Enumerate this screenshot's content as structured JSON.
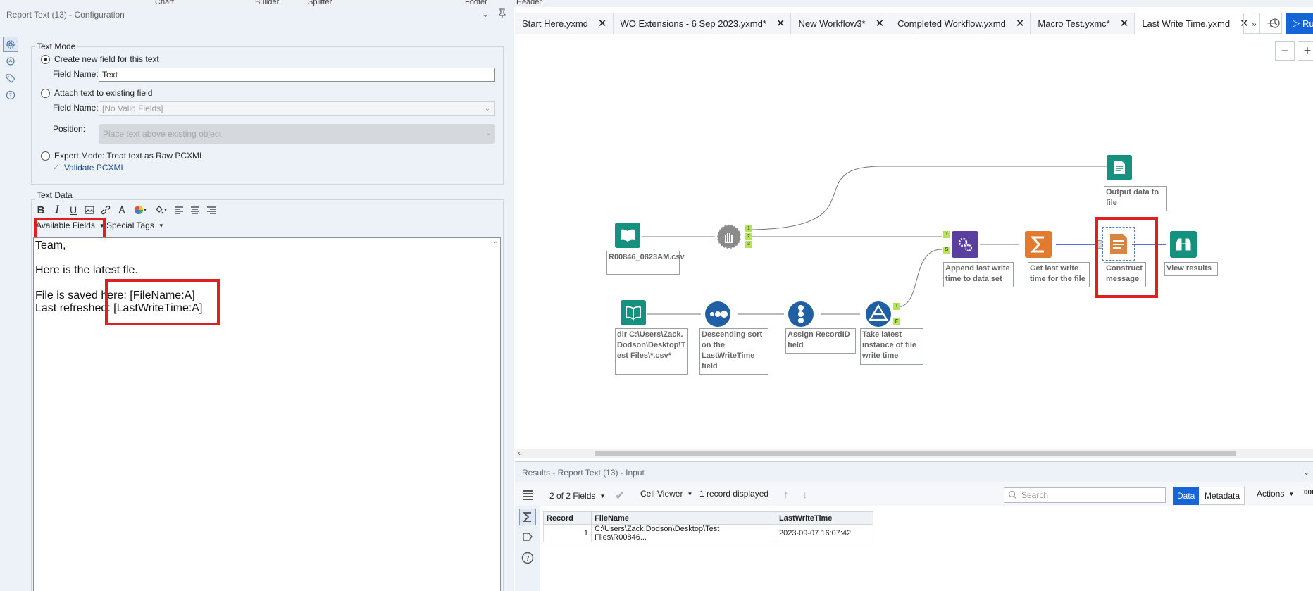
{
  "ribbon": {
    "items": [
      "Chart",
      "Builder",
      "Splitter",
      "Footer",
      "Header"
    ]
  },
  "config": {
    "title": "Report Text (13) - Configuration",
    "text_mode": {
      "legend": "Text Mode",
      "create_new": "Create new field for this text",
      "field_name_label": "Field Name:",
      "field_name_value": "Text",
      "attach_existing": "Attach text to existing field",
      "field_name_label2": "Field Name:",
      "field_name_placeholder": "[No Valid Fields]",
      "position_label": "Position:",
      "position_value": "Place text above existing object",
      "expert_mode": "Expert Mode: Treat text as Raw PCXML",
      "validate": "Validate PCXML"
    },
    "text_data": {
      "legend": "Text Data",
      "available_fields": "Available Fields",
      "special_tags": "Special Tags",
      "lines": [
        "Team,",
        "Here is the latest fle.",
        "File is saved here: [FileName:A]",
        "Last refreshed: [LastWriteTime:A]"
      ]
    }
  },
  "tabs": [
    {
      "label": "Start Here.yxmd"
    },
    {
      "label": "WO Extensions - 6 Sep 2023.yxmd*"
    },
    {
      "label": "New Workflow3*"
    },
    {
      "label": "Completed Workflow.yxmd"
    },
    {
      "label": "Macro Test.yxmc*"
    },
    {
      "label": "Last Write Time.yxmd"
    }
  ],
  "run_label": "Ru",
  "nodes": {
    "output": "Output data to file",
    "input1": "R00846_0823AM.csv",
    "append": "Append last write time to data set",
    "summarize": "Get last write time for the file",
    "construct": "Construct message",
    "browse": "View results",
    "dir": "dir C:\\Users\\Zack.Dodson\\Desktop\\Test Files\\*.csv*",
    "sort": "Descending sort on the LastWriteTime field",
    "recordid": "Assign RecordID field",
    "filter": "Take latest instance of file write time"
  },
  "results": {
    "title": "Results - Report Text (13) - Input",
    "fields": "2 of 2 Fields",
    "cell_viewer": "Cell Viewer",
    "records_displayed": "1 record displayed",
    "search_placeholder": "Search",
    "data_btn": "Data",
    "metadata_btn": "Metadata",
    "actions": "Actions",
    "columns": [
      "Record",
      "FileName",
      "LastWriteTime"
    ],
    "rows": [
      {
        "record": "1",
        "filename": "C:\\Users\\Zack.Dodson\\Desktop\\Test Files\\R00846...",
        "lastwrite": "2023-09-07 16:07:42"
      }
    ]
  },
  "colors": {
    "accent": "#1565d8",
    "highlight": "#e02020",
    "input_green": "#1a9b8a",
    "tool_blue": "#1f5fa3",
    "tool_purple": "#5b3f9e",
    "tool_orange": "#e07b30",
    "tool_report": "#c77a3a"
  }
}
